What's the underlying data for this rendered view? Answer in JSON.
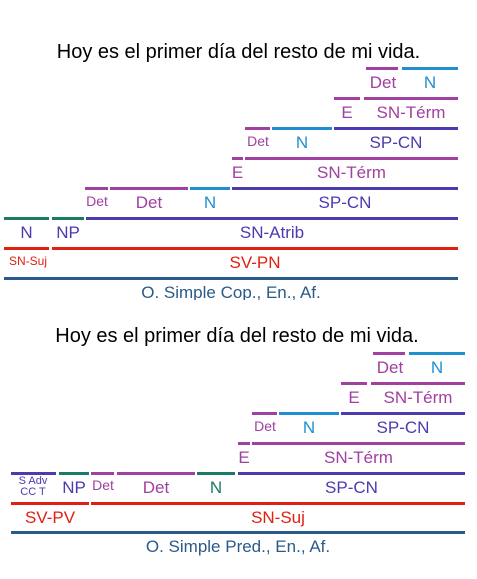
{
  "colors": {
    "purple": "#7030a0",
    "magenta": "#a040a0",
    "blue": "#1e8fd0",
    "indigo": "#4b3ab0",
    "red": "#e02010",
    "teal": "#1a7a64",
    "navy": "#2a5a8a"
  },
  "diagram1": {
    "sentence": "Hoy es el primer día del resto de mi vida.",
    "labels": {
      "det_mi": "Det",
      "n_vida": "N",
      "e_de": "E",
      "sn_term_mi_vida": "SN-Térm",
      "det_del": "Det",
      "n_resto": "N",
      "sp_cn_de_mi_vida": "SP-CN",
      "e_del": "E",
      "sn_term_resto": "SN-Térm",
      "det_el": "Det",
      "det_primer": "Det",
      "n_dia": "N",
      "sp_cn_del_resto": "SP-CN",
      "n_hoy": "N",
      "np_es": "NP",
      "sn_atrib": "SN-Atrib",
      "sn_suj": "SN-Suj",
      "sv_pn": "SV-PN",
      "sentence_type": "O. Simple Cop., En., Af."
    }
  },
  "diagram2": {
    "sentence": "Hoy es el primer día del resto de mi vida.",
    "labels": {
      "det_mi": "Det",
      "n_vida": "N",
      "e_de": "E",
      "sn_term_mi_vida": "SN-Térm",
      "det_del": "Det",
      "n_resto": "N",
      "sp_cn_de_mi_vida": "SP-CN",
      "e_del": "E",
      "sn_term_resto": "SN-Térm",
      "s_adv_cc_t": "S Adv CC T",
      "np_es": "NP",
      "det_el": "Det",
      "det_primer": "Det",
      "n_dia": "N",
      "sp_cn_del_resto": "SP-CN",
      "sv_pv": "SV-PV",
      "sn_suj": "SN-Suj",
      "sentence_type": "O. Simple Pred., En., Af."
    }
  }
}
